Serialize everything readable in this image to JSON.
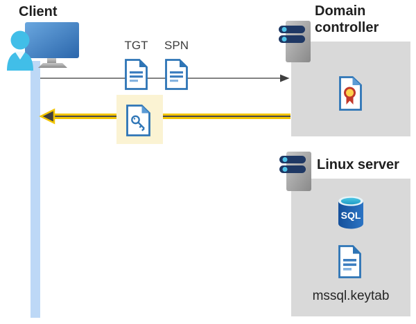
{
  "client": {
    "label": "Client"
  },
  "tickets": {
    "tgt_label": "TGT",
    "spn_label": "SPN"
  },
  "domain_controller": {
    "label": "Domain controller"
  },
  "linux_server": {
    "label": "Linux server",
    "sql_badge": "SQL",
    "keytab_label": "mssql.keytab"
  },
  "arrows": {
    "request": {
      "direction": "right",
      "color": "#595959"
    },
    "response": {
      "direction": "left",
      "color": "#f2c400",
      "highlight": "#fbf3d3"
    }
  },
  "colors": {
    "box_gray": "#d9d9d9",
    "lifeline_blue": "#bdd8f6",
    "doc_blue": "#2e75b6",
    "doc_line_light": "#85b3e0",
    "person_cyan": "#41bee8",
    "server_pill_navy": "#1f3864",
    "server_dot_cyan": "#4fc3e8",
    "seal_yellow": "#ffd24d",
    "seal_red": "#c2392b",
    "sql_body_blue": "#1c62b5",
    "sql_top_teal": "#2fb3da"
  },
  "icons": {
    "client": "monitor-user-icon",
    "server": "server-icon",
    "certificate": "certificate-icon",
    "sql": "sql-database-icon",
    "ticket": "document-icon",
    "key_ticket": "key-document-icon"
  }
}
